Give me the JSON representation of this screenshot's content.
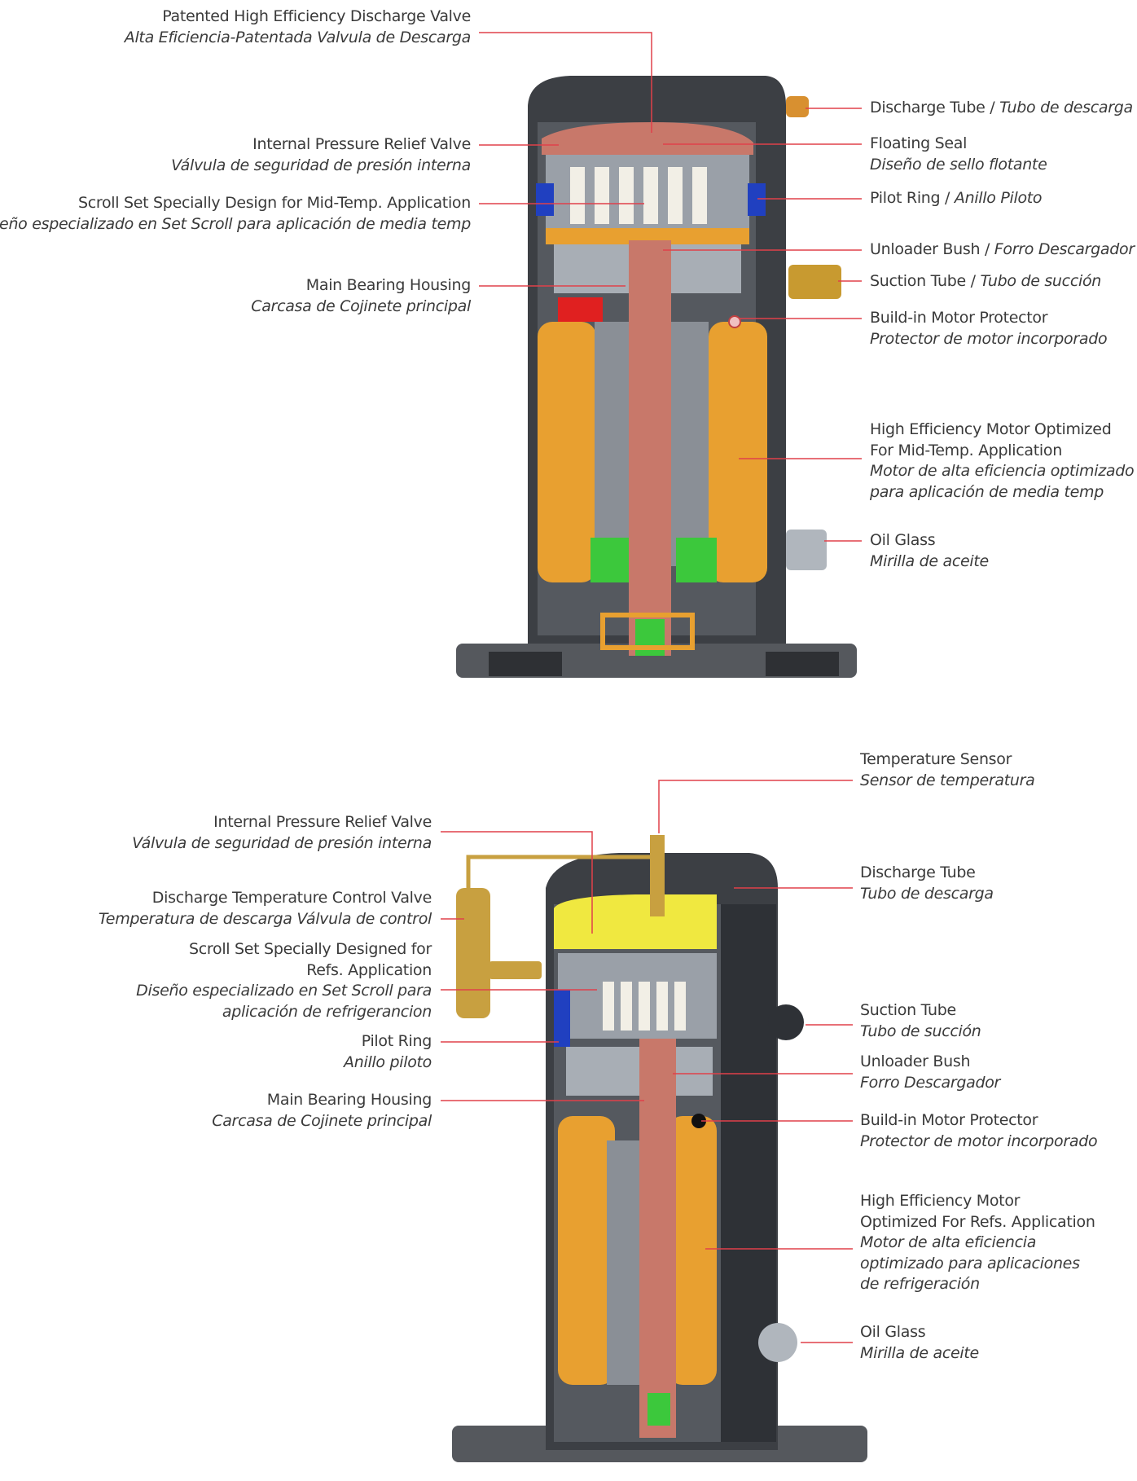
{
  "colors": {
    "leader": "#e0404a",
    "text": "#3a3a3a",
    "shell": "#3c3f44",
    "copper": "#c8786a",
    "motor": "#e8a030",
    "green": "#3cc83c",
    "blue": "#2040c0",
    "yellow": "#f0e840"
  },
  "top": {
    "left": [
      {
        "en": [
          "Patented High Efficiency Discharge Valve"
        ],
        "es": [
          "Alta Eficiencia-Patentada Valvula de Descarga"
        ]
      },
      {
        "en": [
          "Internal Pressure Relief Valve"
        ],
        "es": [
          "Válvula de seguridad de presión interna"
        ]
      },
      {
        "en": [
          "Scroll Set Specially Design for Mid-Temp. Application"
        ],
        "es": [
          "Diseño especializado en Set Scroll para aplicación de media temp"
        ]
      },
      {
        "en": [
          "Main Bearing Housing"
        ],
        "es": [
          "Carcasa de Cojinete principal"
        ]
      }
    ],
    "right": [
      {
        "en": [
          "Discharge Tube / "
        ],
        "es": [
          "Tubo de descarga"
        ]
      },
      {
        "en": [
          "Floating Seal"
        ],
        "es": [
          "Diseño de sello flotante"
        ]
      },
      {
        "en": [
          "Pilot Ring / "
        ],
        "es": [
          "Anillo Piloto"
        ]
      },
      {
        "en": [
          "Unloader Bush / "
        ],
        "es": [
          "Forro Descargador"
        ]
      },
      {
        "en": [
          "Suction Tube / "
        ],
        "es": [
          "Tubo de succión"
        ]
      },
      {
        "en": [
          "Build-in Motor Protector"
        ],
        "es": [
          "Protector de motor incorporado"
        ]
      },
      {
        "en": [
          "High Efficiency Motor Optimized",
          "For Mid-Temp. Application"
        ],
        "es": [
          "Motor de alta eficiencia optimizado",
          "para aplicación de media temp"
        ]
      },
      {
        "en": [
          "Oil Glass"
        ],
        "es": [
          "Mirilla de aceite"
        ]
      }
    ]
  },
  "bottom": {
    "left": [
      {
        "en": [
          "Internal Pressure Relief Valve"
        ],
        "es": [
          "Válvula de seguridad de presión interna"
        ]
      },
      {
        "en": [
          "Discharge Temperature Control Valve"
        ],
        "es": [
          "Temperatura de descarga Válvula de control"
        ]
      },
      {
        "en": [
          "Scroll Set Specially Designed for",
          "Refs. Application"
        ],
        "es": [
          "Diseño especializado en Set Scroll para",
          "aplicación de refrigerancion"
        ]
      },
      {
        "en": [
          "Pilot Ring"
        ],
        "es": [
          "Anillo piloto"
        ]
      },
      {
        "en": [
          "Main Bearing Housing"
        ],
        "es": [
          "Carcasa de Cojinete principal"
        ]
      }
    ],
    "right": [
      {
        "en": [
          "Temperature Sensor"
        ],
        "es": [
          "Sensor de temperatura"
        ]
      },
      {
        "en": [
          "Discharge Tube"
        ],
        "es": [
          "Tubo de descarga"
        ]
      },
      {
        "en": [
          "Suction Tube"
        ],
        "es": [
          "Tubo de succión"
        ]
      },
      {
        "en": [
          "Unloader Bush"
        ],
        "es": [
          "Forro Descargador"
        ]
      },
      {
        "en": [
          "Build-in Motor Protector"
        ],
        "es": [
          "Protector de motor incorporado"
        ]
      },
      {
        "en": [
          "High Efficiency Motor",
          "Optimized For Refs. Application"
        ],
        "es": [
          "Motor de alta eficiencia",
          "optimizado para aplicaciones",
          "de refrigeración"
        ]
      },
      {
        "en": [
          "Oil Glass"
        ],
        "es": [
          "Mirilla de aceite"
        ]
      }
    ]
  }
}
